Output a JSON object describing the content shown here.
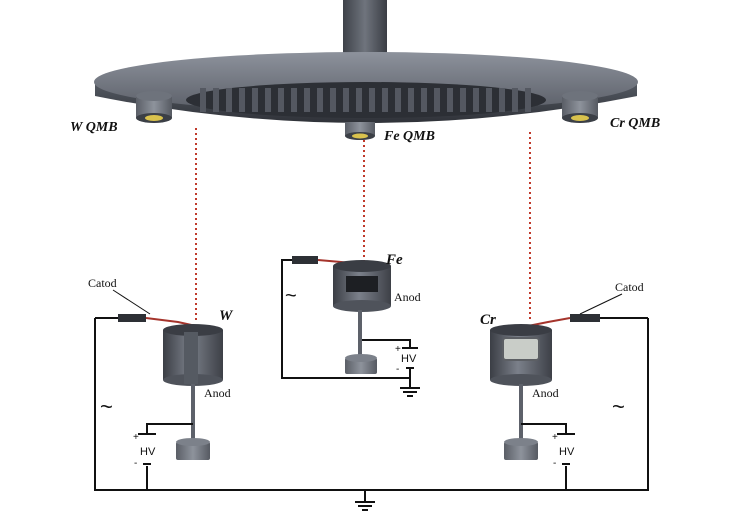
{
  "diagram": {
    "qmb_labels": {
      "w": "W QMB",
      "fe": "Fe QMB",
      "cr": "Cr QMB"
    },
    "sources": {
      "w": {
        "element": "W",
        "cathode_label": "Catod",
        "anode_label": "Anod",
        "hv_label": "HV",
        "plus": "+",
        "minus": "-",
        "ac_symbol": "~"
      },
      "fe": {
        "element": "Fe",
        "anode_label": "Anod",
        "hv_label": "HV",
        "plus": "+",
        "minus": "-",
        "ac_symbol": "~"
      },
      "cr": {
        "element": "Cr",
        "cathode_label": "Catod",
        "anode_label": "Anod",
        "hv_label": "HV",
        "plus": "+",
        "minus": "-",
        "ac_symbol": "~"
      }
    },
    "colors": {
      "holder_dark": "#4a4e57",
      "holder_light": "#7d828c",
      "crystal_ring": "#c8b54a",
      "beam_dotted": "#c0392b",
      "wire": "#111111",
      "cylinder": "#5d616a"
    }
  }
}
